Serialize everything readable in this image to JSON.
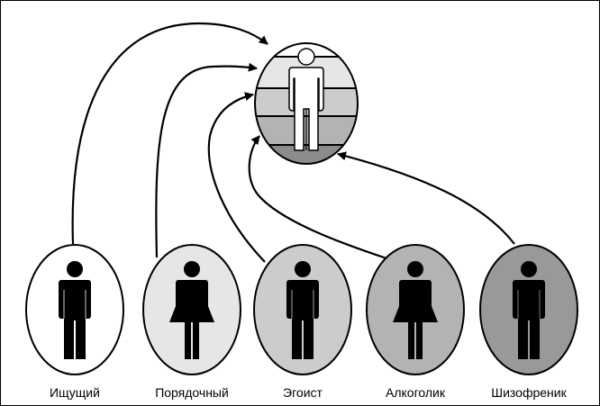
{
  "diagram": {
    "target": {
      "name": "central-person",
      "bands": [
        "#ffffff",
        "#e6e6e6",
        "#cccccc",
        "#b3b3b3",
        "#8c8c8c"
      ],
      "figure_fill": "#ffffff"
    },
    "sources": [
      {
        "label": "Ищущий",
        "fill": "#ffffff",
        "figure": "male"
      },
      {
        "label": "Порядочный",
        "fill": "#e6e6e6",
        "figure": "female"
      },
      {
        "label": "Эгоист",
        "fill": "#cccccc",
        "figure": "male"
      },
      {
        "label": "Алкоголик",
        "fill": "#b3b3b3",
        "figure": "female"
      },
      {
        "label": "Шизофреник",
        "fill": "#999999",
        "figure": "male"
      }
    ],
    "arrows": [
      {
        "from": "Ищущий",
        "to": "central-person"
      },
      {
        "from": "Порядочный",
        "to": "central-person"
      },
      {
        "from": "Эгоист",
        "to": "central-person"
      },
      {
        "from": "Алкоголик",
        "to": "central-person"
      },
      {
        "from": "Шизофреник",
        "to": "central-person"
      }
    ]
  }
}
